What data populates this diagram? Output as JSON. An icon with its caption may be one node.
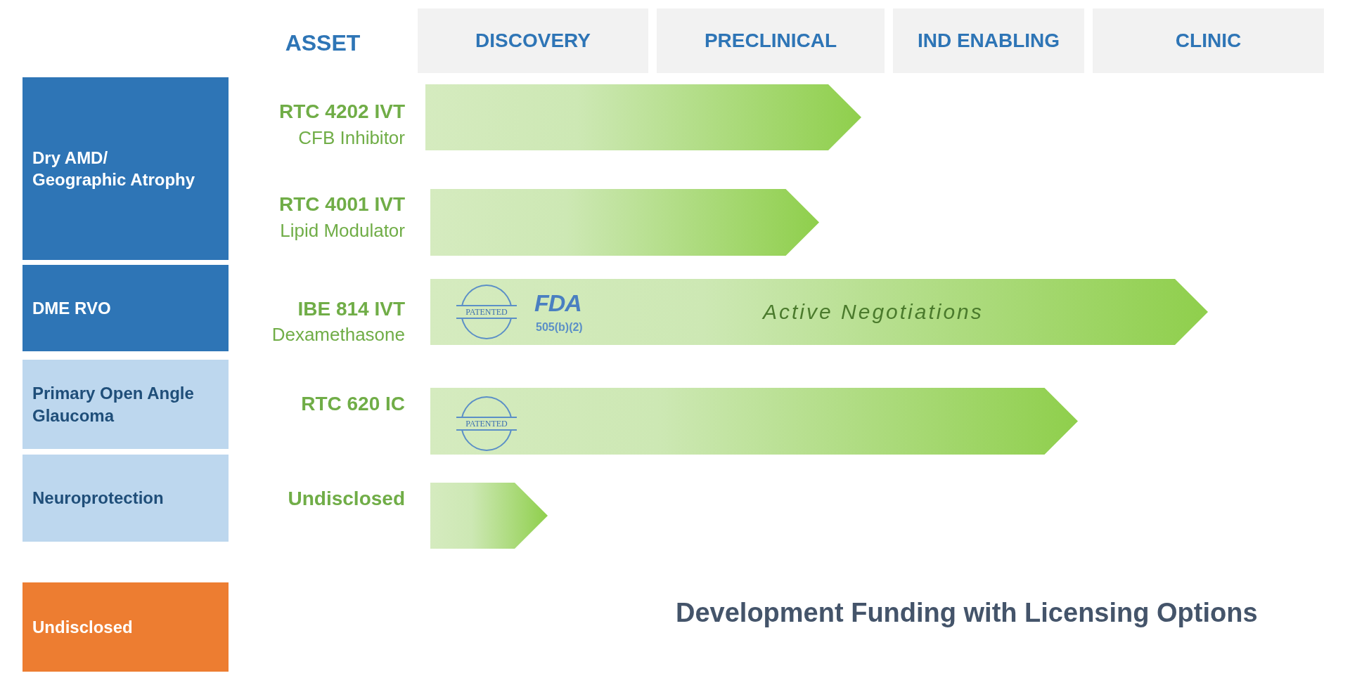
{
  "diagram": {
    "nodes": [
      {
        "text": [
          "DISCOVERY"
        ]
      },
      {
        "text": [
          "PRECLINICAL"
        ]
      },
      {
        "text": [
          "IND ENABLING"
        ]
      },
      {
        "text": [
          "CLINIC"
        ]
      },
      {
        "text": [
          "Dry AMD/ Geographic Atrophy"
        ]
      },
      {
        "text": [],
        "shape": "bar",
        "beside": [
          "RTC 4202 IVT",
          "CFB Inhibitor"
        ]
      },
      {
        "text": [],
        "shape": "bar",
        "beside": [
          "RTC 4001 IVT",
          "Lipid Modulator"
        ]
      },
      {
        "text": [
          "DME RVO"
        ]
      },
      {
        "text": [
          "PATENTED",
          "FDA",
          "505(b)(2)",
          "Active Negotiations"
        ],
        "beside": [
          "IBE 814 IVT",
          "Dexamethasone"
        ]
      },
      {
        "text": [
          "Primary Open Angle Glaucoma"
        ]
      },
      {
        "text": [
          "PATENTED"
        ],
        "beside": [
          "RTC 620 IC"
        ]
      },
      {
        "text": [
          "Neuroprotection"
        ]
      },
      {
        "text": [],
        "shape": "bar",
        "beside": [
          "Undisclosed"
        ]
      },
      {
        "text": [
          "Undisclosed"
        ]
      }
    ],
    "labels": [
      "ASSET",
      "Development Funding with Licensing Options"
    ]
  }
}
